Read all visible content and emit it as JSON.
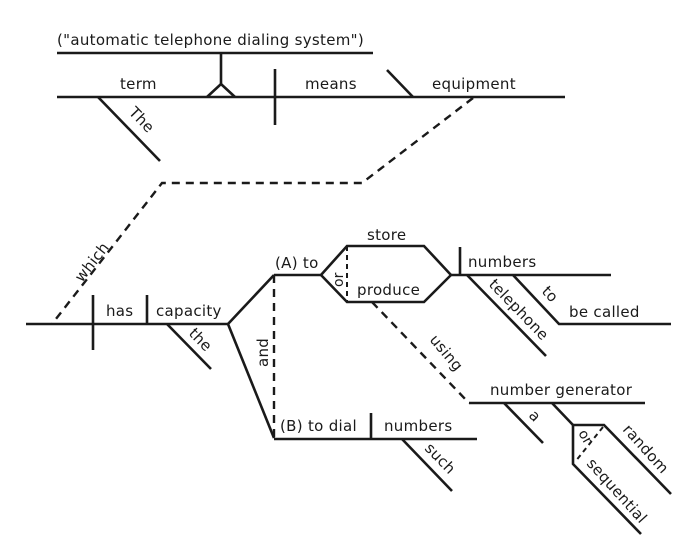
{
  "diagram": {
    "type": "sentence-diagram",
    "appositive": "(\"automatic telephone dialing system\")",
    "main_clause": {
      "subject": "term",
      "subject_modifier": "The",
      "verb": "means",
      "object": "equipment"
    },
    "relative_clause": {
      "connector": "which",
      "verb": "has",
      "object": "capacity",
      "object_modifier": "the",
      "conjunction": "and",
      "branch_a": {
        "label": "(A) to",
        "conjunction": "or",
        "verb_1": "store",
        "verb_2": "produce",
        "object": "numbers",
        "object_modifier": "telephone",
        "infinitive_marker": "to",
        "infinitive": "be called",
        "preposition": "using",
        "prep_object": "number generator",
        "prep_article": "a",
        "prep_conjunction": "or",
        "prep_modifier_1": "random",
        "prep_modifier_2": "sequential"
      },
      "branch_b": {
        "label": "(B) to dial",
        "object": "numbers",
        "object_modifier": "such"
      }
    }
  }
}
